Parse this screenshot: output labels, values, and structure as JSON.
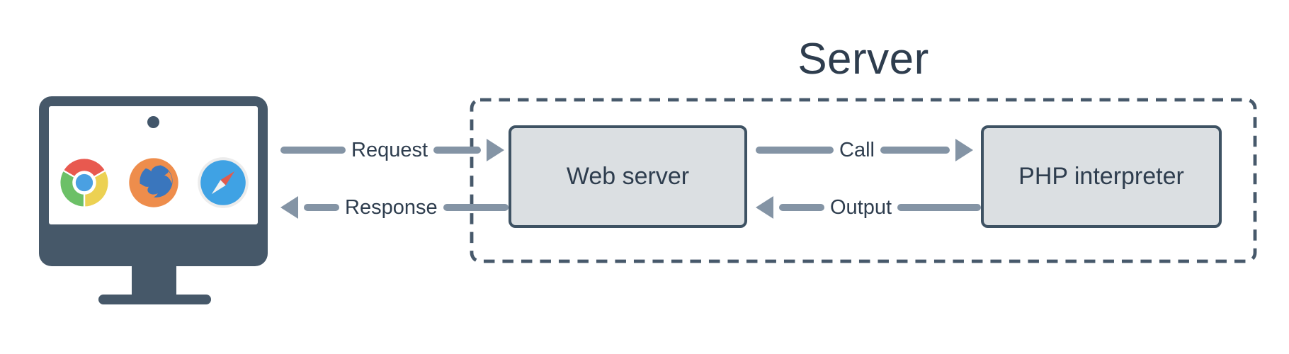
{
  "title": "Server",
  "client": {
    "description": "computer with web browsers",
    "browser_icons": [
      {
        "name": "chrome-icon"
      },
      {
        "name": "firefox-icon"
      },
      {
        "name": "safari-icon"
      }
    ]
  },
  "nodes": {
    "web_server": {
      "label": "Web server"
    },
    "php_interpreter": {
      "label": "PHP interpreter"
    }
  },
  "arrows": {
    "request": {
      "label": "Request",
      "direction": "right",
      "from": "client",
      "to": "web_server"
    },
    "response": {
      "label": "Response",
      "direction": "left",
      "from": "web_server",
      "to": "client"
    },
    "call": {
      "label": "Call",
      "direction": "right",
      "from": "web_server",
      "to": "php_interpreter"
    },
    "output": {
      "label": "Output",
      "direction": "left",
      "from": "php_interpreter",
      "to": "web_server"
    }
  },
  "colors": {
    "background": "#ffffff",
    "dark_slate": "#465869",
    "text": "#2e3d4e",
    "arrow_gray": "#8494a5",
    "node_fill": "#dbdfe2",
    "node_border": "#3e5263",
    "dashed_border": "#47596b",
    "chrome_red": "#e8594f",
    "chrome_green": "#6cc067",
    "chrome_yellow": "#ecd153",
    "chrome_blue": "#4aa0e2",
    "firefox_orange": "#ee8d4c",
    "firefox_blue": "#3a76bd",
    "safari_blue": "#3fa2e4",
    "safari_needle_red": "#e05b4e"
  }
}
